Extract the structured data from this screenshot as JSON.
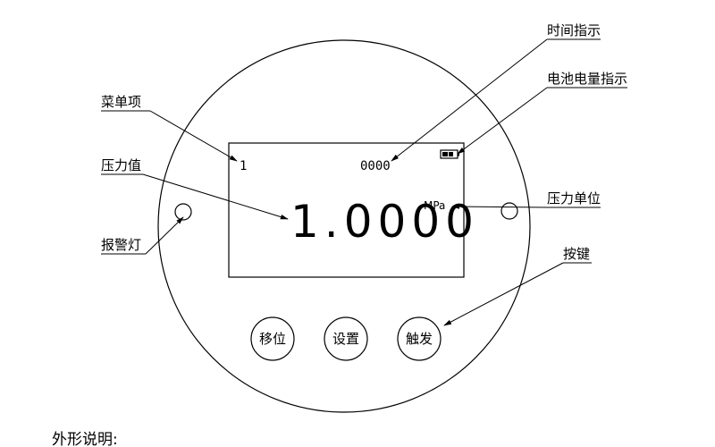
{
  "labels": {
    "time_indicator": "时间指示",
    "battery_indicator": "电池电量指示",
    "menu_item": "菜单项",
    "pressure_value": "压力值",
    "pressure_unit": "压力单位",
    "alarm_light": "报警灯",
    "keys": "按键"
  },
  "display": {
    "menu_number": "1",
    "time": "0000",
    "pressure": "1.0000",
    "unit": "MPa"
  },
  "buttons": {
    "shift": "移位",
    "settings": "设置",
    "trigger": "触发"
  },
  "caption": "外形说明:"
}
